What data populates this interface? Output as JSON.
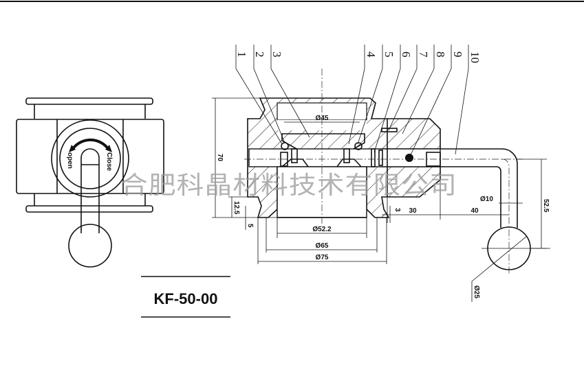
{
  "drawing": {
    "model": "KF-50-00",
    "watermark": "合肥科晶材料技术有限公司",
    "front_view": {
      "label_open": "open",
      "label_close": "Close"
    },
    "part_numbers": [
      "1",
      "2",
      "3",
      "4",
      "5",
      "6",
      "7",
      "8",
      "9",
      "10"
    ],
    "dimensions": {
      "d45": "Ø45",
      "d52_2": "Ø52.2",
      "d65": "Ø65",
      "d75": "Ø75",
      "h70": "70",
      "h12_5": "12.5",
      "h5": "5",
      "w3": "3",
      "w30": "30",
      "w40": "40",
      "d10": "Ø10",
      "h52_5": "52.5",
      "d25": "Ø25"
    }
  }
}
